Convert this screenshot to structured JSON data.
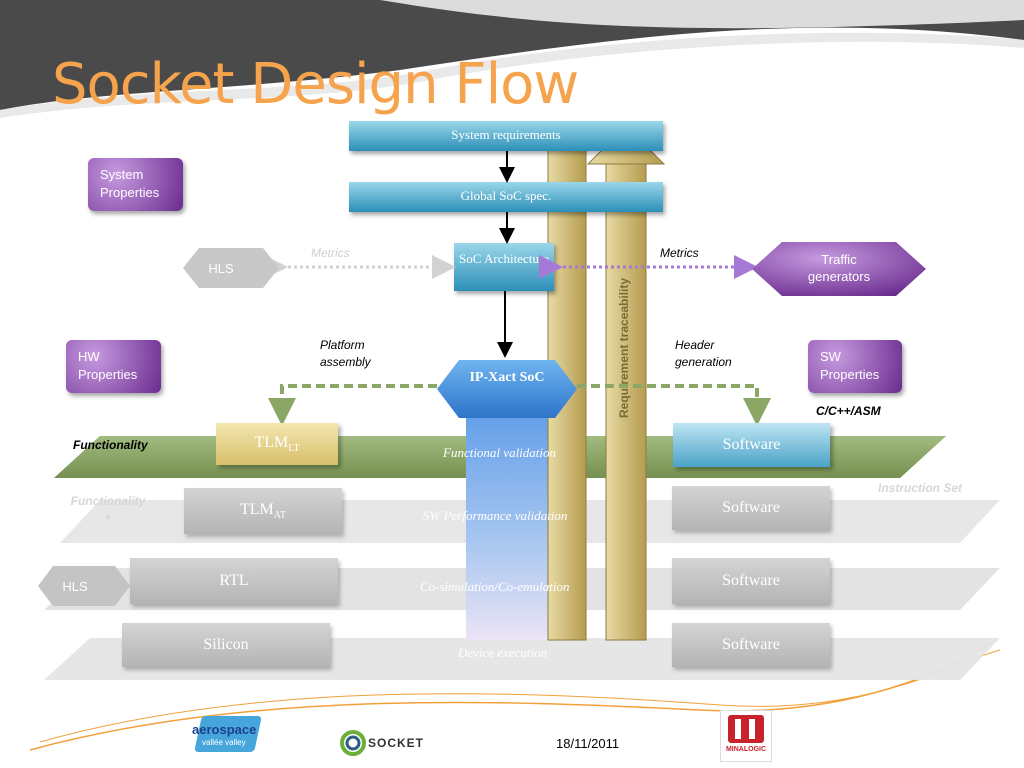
{
  "title": "Socket Design Flow",
  "flow": {
    "system_requirements": "System requirements",
    "global_soc_spec": "Global SoC spec.",
    "soc_architecture": "SoC Architecture",
    "ip_xact": "IP-Xact SoC"
  },
  "side_boxes": {
    "system_properties": "System Properties",
    "hw_properties": "HW Properties",
    "sw_properties": "SW Properties",
    "traffic_generators": "Traffic generators",
    "hls_top": "HLS",
    "hls_bottom": "HLS"
  },
  "labels": {
    "metrics_left": "Metrics",
    "metrics_right": "Metrics",
    "platform_assembly": "Platform assembly",
    "header_generation": "Header generation",
    "c_cpp_asm": "C/C++/ASM",
    "functionality": "Functionality",
    "functionality_plus": "Functionality +",
    "instruction_set": "Instruction Set",
    "requirement_traceability": "Requirement traceability"
  },
  "layers": [
    {
      "left_box": "TLM",
      "left_sub": "LT",
      "center": "Functional validation",
      "right_box": "Software"
    },
    {
      "left_box": "TLM",
      "left_sub": "AT",
      "center": "SW Performance validation",
      "right_box": "Software"
    },
    {
      "left_box": "RTL",
      "left_sub": "",
      "center": "Co-simulation/Co-emulation",
      "right_box": "Software"
    },
    {
      "left_box": "Silicon",
      "left_sub": "",
      "center": "Device execution",
      "right_box": "Software"
    }
  ],
  "footer": {
    "date": "18/11/2011",
    "logo_aerospace": "aerospace",
    "logo_aerospace_sub": "vallée valley",
    "logo_socket": "SOCKET",
    "logo_minalogic": "MINALOGIC"
  },
  "colors": {
    "title": "#f5a34c",
    "flow_blue": "#2c8fb8",
    "purple": "#6a2b8e",
    "green_plane": "#7f9a56",
    "gold_arrow": "#c8b46a"
  }
}
